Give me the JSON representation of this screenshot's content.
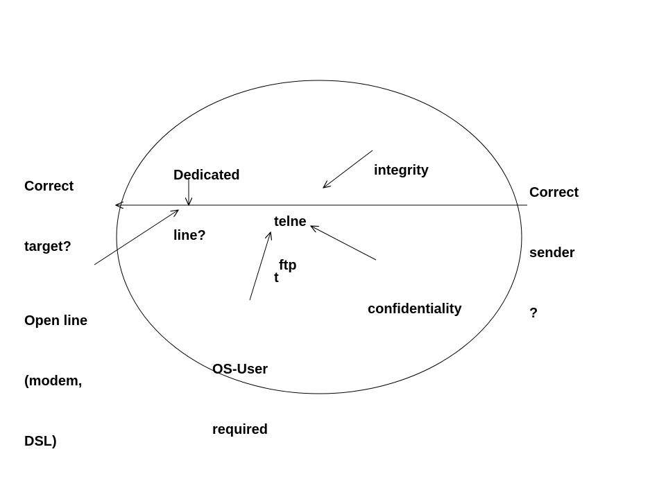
{
  "diagram": {
    "labels": {
      "correct_target": [
        "Correct",
        "target?"
      ],
      "dedicated_line": [
        "Dedicated",
        "line?"
      ],
      "integrity": "integrity",
      "correct_sender": [
        "Correct",
        "sender",
        "?"
      ],
      "telnet": [
        "telne",
        "t"
      ],
      "ftp": "ftp",
      "confidentiality": "confidentiality",
      "open_line": [
        "Open line",
        "(modem,",
        "DSL)"
      ],
      "os_user": [
        "OS-User",
        "required"
      ]
    },
    "colors": {
      "stroke": "#000000",
      "text": "#000000",
      "background": "#ffffff"
    }
  }
}
